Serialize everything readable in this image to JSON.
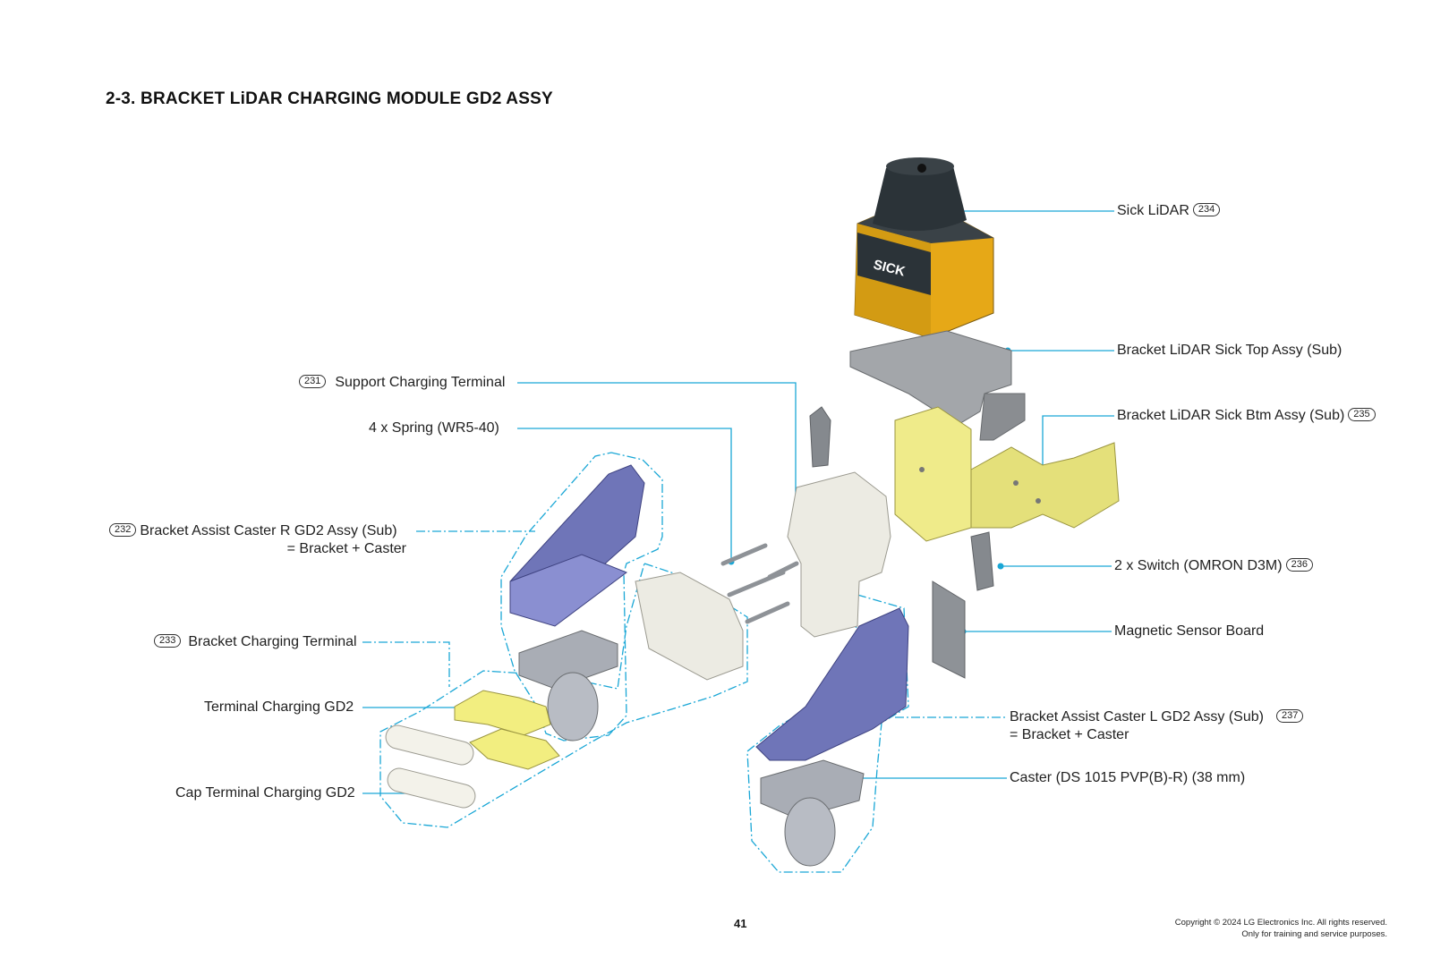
{
  "title": "2-3. BRACKET LiDAR CHARGING MODULE GD2 ASSY",
  "labels": {
    "sick_lidar": {
      "text": "Sick LiDAR",
      "num": "234"
    },
    "top_assy": {
      "text": "Bracket LiDAR Sick Top Assy (Sub)"
    },
    "btm_assy": {
      "text": "Bracket LiDAR Sick Btm Assy (Sub)",
      "num": "235"
    },
    "support_terminal": {
      "text": "Support Charging Terminal",
      "num": "231"
    },
    "spring": {
      "text": "4 x Spring (WR5-40)"
    },
    "caster_r": {
      "text": "Bracket Assist Caster R GD2 Assy (Sub)",
      "num": "232",
      "sub": "= Bracket + Caster"
    },
    "switch": {
      "text": "2 x Switch (OMRON D3M)",
      "num": "236"
    },
    "magnetic": {
      "text": "Magnetic Sensor Board"
    },
    "charging_terminal": {
      "text": "Bracket Charging Terminal",
      "num": "233"
    },
    "terminal_gd2": {
      "text": "Terminal Charging GD2"
    },
    "cap_terminal": {
      "text": "Cap Terminal Charging GD2"
    },
    "caster_l": {
      "text": "Bracket Assist Caster L GD2 Assy (Sub)",
      "num": "237",
      "sub": "= Bracket + Caster"
    },
    "caster": {
      "text": "Caster (DS 1015 PVP(B)-R) (38 mm)"
    }
  },
  "lidar_brand": "SICK",
  "page_number": "41",
  "copyright": {
    "line1": "Copyright © 2024 LG Electronics Inc. All rights reserved.",
    "line2": "Only for training and service purposes."
  },
  "colors": {
    "leader": "#1aa7d6",
    "lidar_yellow": "#e6a817",
    "lidar_dark": "#2b3338",
    "bracket_yellow": "#efeb8a",
    "bracket_purple": "#6f75b8",
    "steel_gray": "#9ea3aa",
    "plastic_white": "#ecebe3"
  }
}
